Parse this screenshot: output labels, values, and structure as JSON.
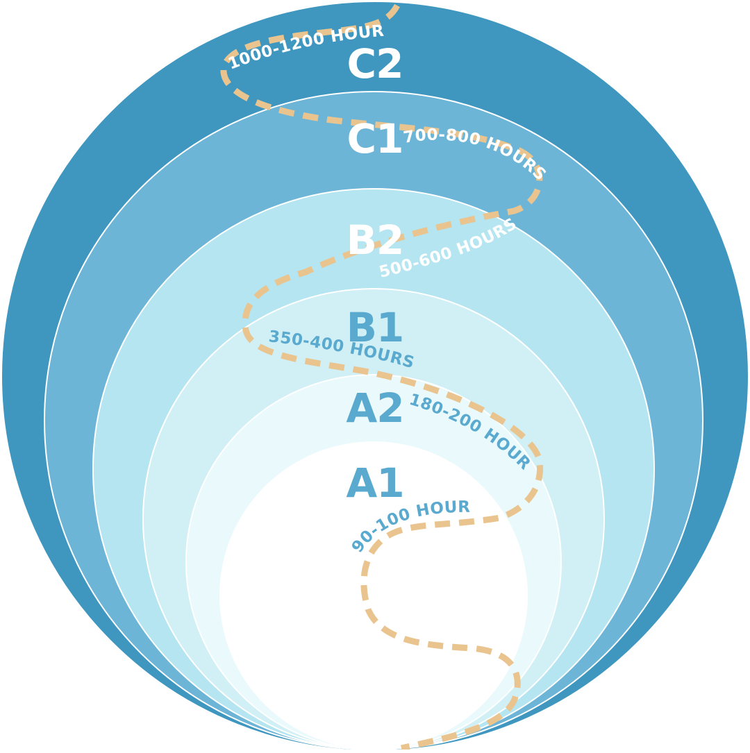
{
  "levels": {
    "c2": {
      "code": "C2",
      "hours": "1000-1200 HOURS",
      "fill": "#3f97c0",
      "text_color": "#ffffff"
    },
    "c1": {
      "code": "C1",
      "hours": "700-800 HOURS",
      "fill": "#6db5d7",
      "text_color": "#ffffff"
    },
    "b2": {
      "code": "B2",
      "hours": "500-600 HOURS",
      "fill": "#b4e5f0",
      "text_color": "#ffffff"
    },
    "b1": {
      "code": "B1",
      "hours": "350-400 HOURS",
      "fill": "#d1f0f5",
      "text_color": "#5aa9cf"
    },
    "a2": {
      "code": "A2",
      "hours": "180-200 HOURS",
      "fill": "#e9f9fc",
      "text_color": "#5aa9cf"
    },
    "a1": {
      "code": "A1",
      "hours": "90-100 HOURS",
      "fill": "#ffffff",
      "text_color": "#5aa9cf"
    }
  },
  "path_color": "#e9c48f"
}
